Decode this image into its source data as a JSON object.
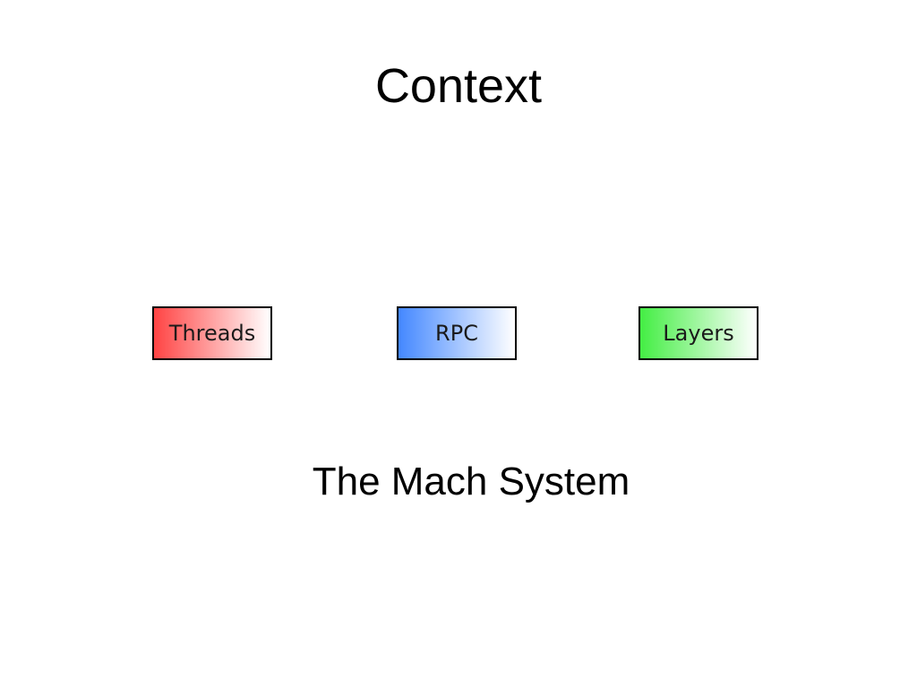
{
  "slide": {
    "title": "Context",
    "subtitle": "The Mach System"
  },
  "concepts": [
    {
      "label": "Threads",
      "color": "#ff4444"
    },
    {
      "label": "RPC",
      "color": "#4488ff"
    },
    {
      "label": "Layers",
      "color": "#44ee44"
    }
  ]
}
